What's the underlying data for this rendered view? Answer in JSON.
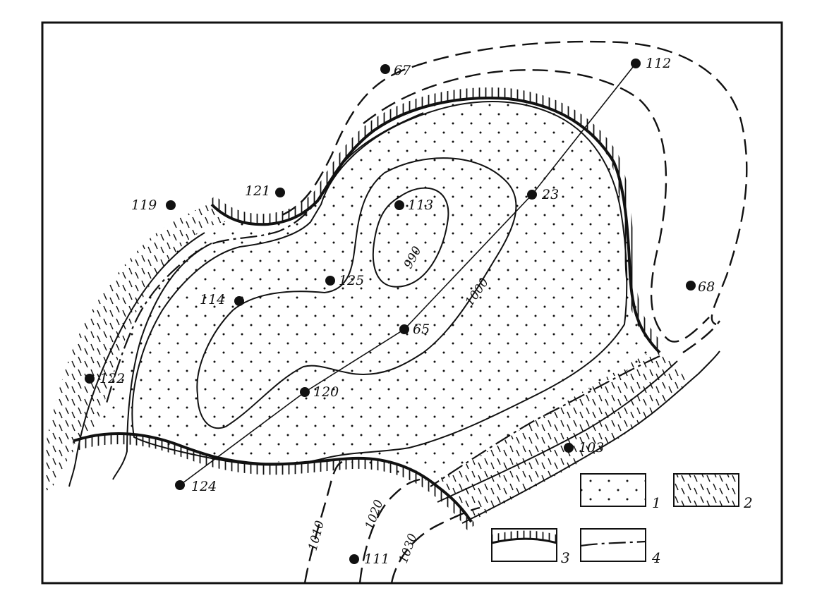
{
  "wells": [
    {
      "id": "67",
      "label": "67"
    },
    {
      "id": "112",
      "label": "112"
    },
    {
      "id": "121",
      "label": "121"
    },
    {
      "id": "119",
      "label": "119"
    },
    {
      "id": "113",
      "label": "113"
    },
    {
      "id": "23",
      "label": "23"
    },
    {
      "id": "125",
      "label": "125"
    },
    {
      "id": "68",
      "label": "68"
    },
    {
      "id": "114",
      "label": "114"
    },
    {
      "id": "65",
      "label": "65"
    },
    {
      "id": "122",
      "label": "122"
    },
    {
      "id": "120",
      "label": "120"
    },
    {
      "id": "103",
      "label": "103"
    },
    {
      "id": "124",
      "label": "124"
    },
    {
      "id": "111",
      "label": "111"
    }
  ],
  "contours": [
    {
      "value": "990"
    },
    {
      "value": "1000"
    },
    {
      "value": "1010"
    },
    {
      "value": "1020"
    },
    {
      "value": "1030"
    }
  ],
  "legend": [
    {
      "key": "1",
      "symbol": "dotted-fill"
    },
    {
      "key": "2",
      "symbol": "hatched-fill"
    },
    {
      "key": "3",
      "symbol": "hachured-boundary"
    },
    {
      "key": "4",
      "symbol": "dash-dot-line"
    }
  ],
  "colors": {
    "ink": "#111111",
    "paper": "#ffffff"
  }
}
